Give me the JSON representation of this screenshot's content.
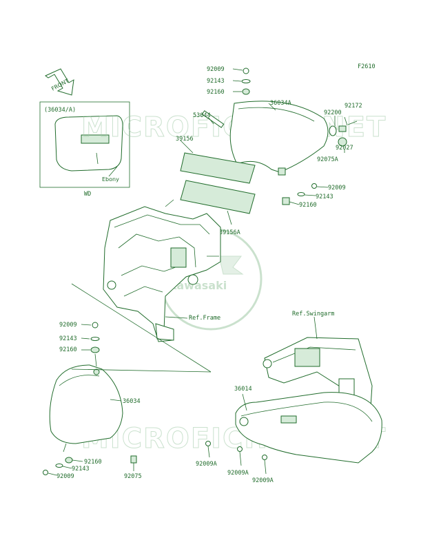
{
  "figure_code": "F2610",
  "front_label": "FRONT",
  "inset": {
    "title": "(36034/A)",
    "caption": "WD",
    "color_label": "Ebony"
  },
  "watermark": {
    "text": "MICROFICHES.NET",
    "logo_text": "Kawasaki"
  },
  "references": {
    "frame": "Ref.Frame",
    "swingarm": "Ref.Swingarm"
  },
  "callouts": {
    "c92009_top": "92009",
    "c92143_top": "92143",
    "c92160_top": "92160",
    "c53044": "53044",
    "c36034A": "36034A",
    "c92200": "92200",
    "c92172": "92172",
    "c92027": "92027",
    "c92075A": "92075A",
    "c39156": "39156",
    "c92009_r": "92009",
    "c92143_r": "92143",
    "c92160_r": "92160",
    "c39156A": "39156A",
    "c92009_l": "92009",
    "c92143_l": "92143",
    "c92160_l": "92160",
    "c36034": "36034",
    "c92160_b": "92160",
    "c92143_b": "92143",
    "c92009_b": "92009",
    "c92075": "92075",
    "c36014": "36014",
    "c92009A_1": "92009A",
    "c92009A_2": "92009A",
    "c92009A_3": "92009A"
  },
  "colors": {
    "ink": "#1f6b2a",
    "watermark": "#9fc9a6",
    "background": "#ffffff"
  }
}
